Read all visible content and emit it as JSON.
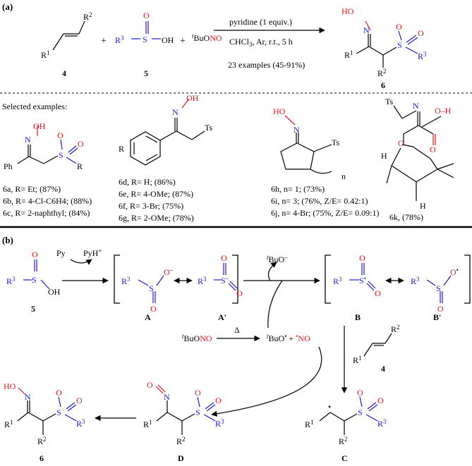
{
  "colors": {
    "oxygen_nitrogen_red": "#e8141b",
    "sulfonyl_blue": "#1a1adc",
    "text": "#000000"
  },
  "panel_a": {
    "label": "(a)",
    "conditions_top": "pyridine (1 equiv.)",
    "conditions_mid": "CHCl₃, Ar, r.t., 5 h",
    "conditions_bottom": "23 examples (45-91%)",
    "compounds": {
      "alkene": "4",
      "sulfinic_acid": "5",
      "product": "6"
    },
    "reagent_prefix": "t",
    "reagent_bu": "BuO",
    "reagent_no": "NO",
    "selected_heading": "Selected examples:",
    "examples": [
      "6a, R= Et; (87%)",
      "6b, R= 4-Cl-C6H4; (88%)",
      "6c, R= 2-naphthyl; (84%)",
      "6d, R= H; (86%)",
      "6e, R= 4-OMe; (87%)",
      "6f, R= 3-Br; (75%)",
      "6g, R= 2-OMe; (78%)",
      "6h, n= 1; (73%)",
      "6i, n= 3; (76%, Z/E= 0.42:1)",
      "6j, n= 4-Br; (75%, Z/E= 0.09:1)",
      "6k, (78%)"
    ]
  },
  "panel_b": {
    "label": "(b)",
    "py": "Py",
    "pyh": "PyH",
    "delta": "Δ",
    "intermediates": [
      "A",
      "A'",
      "B",
      "B'",
      "C",
      "D"
    ],
    "compounds": {
      "acid": "5",
      "alkene": "4",
      "product": "6"
    }
  }
}
